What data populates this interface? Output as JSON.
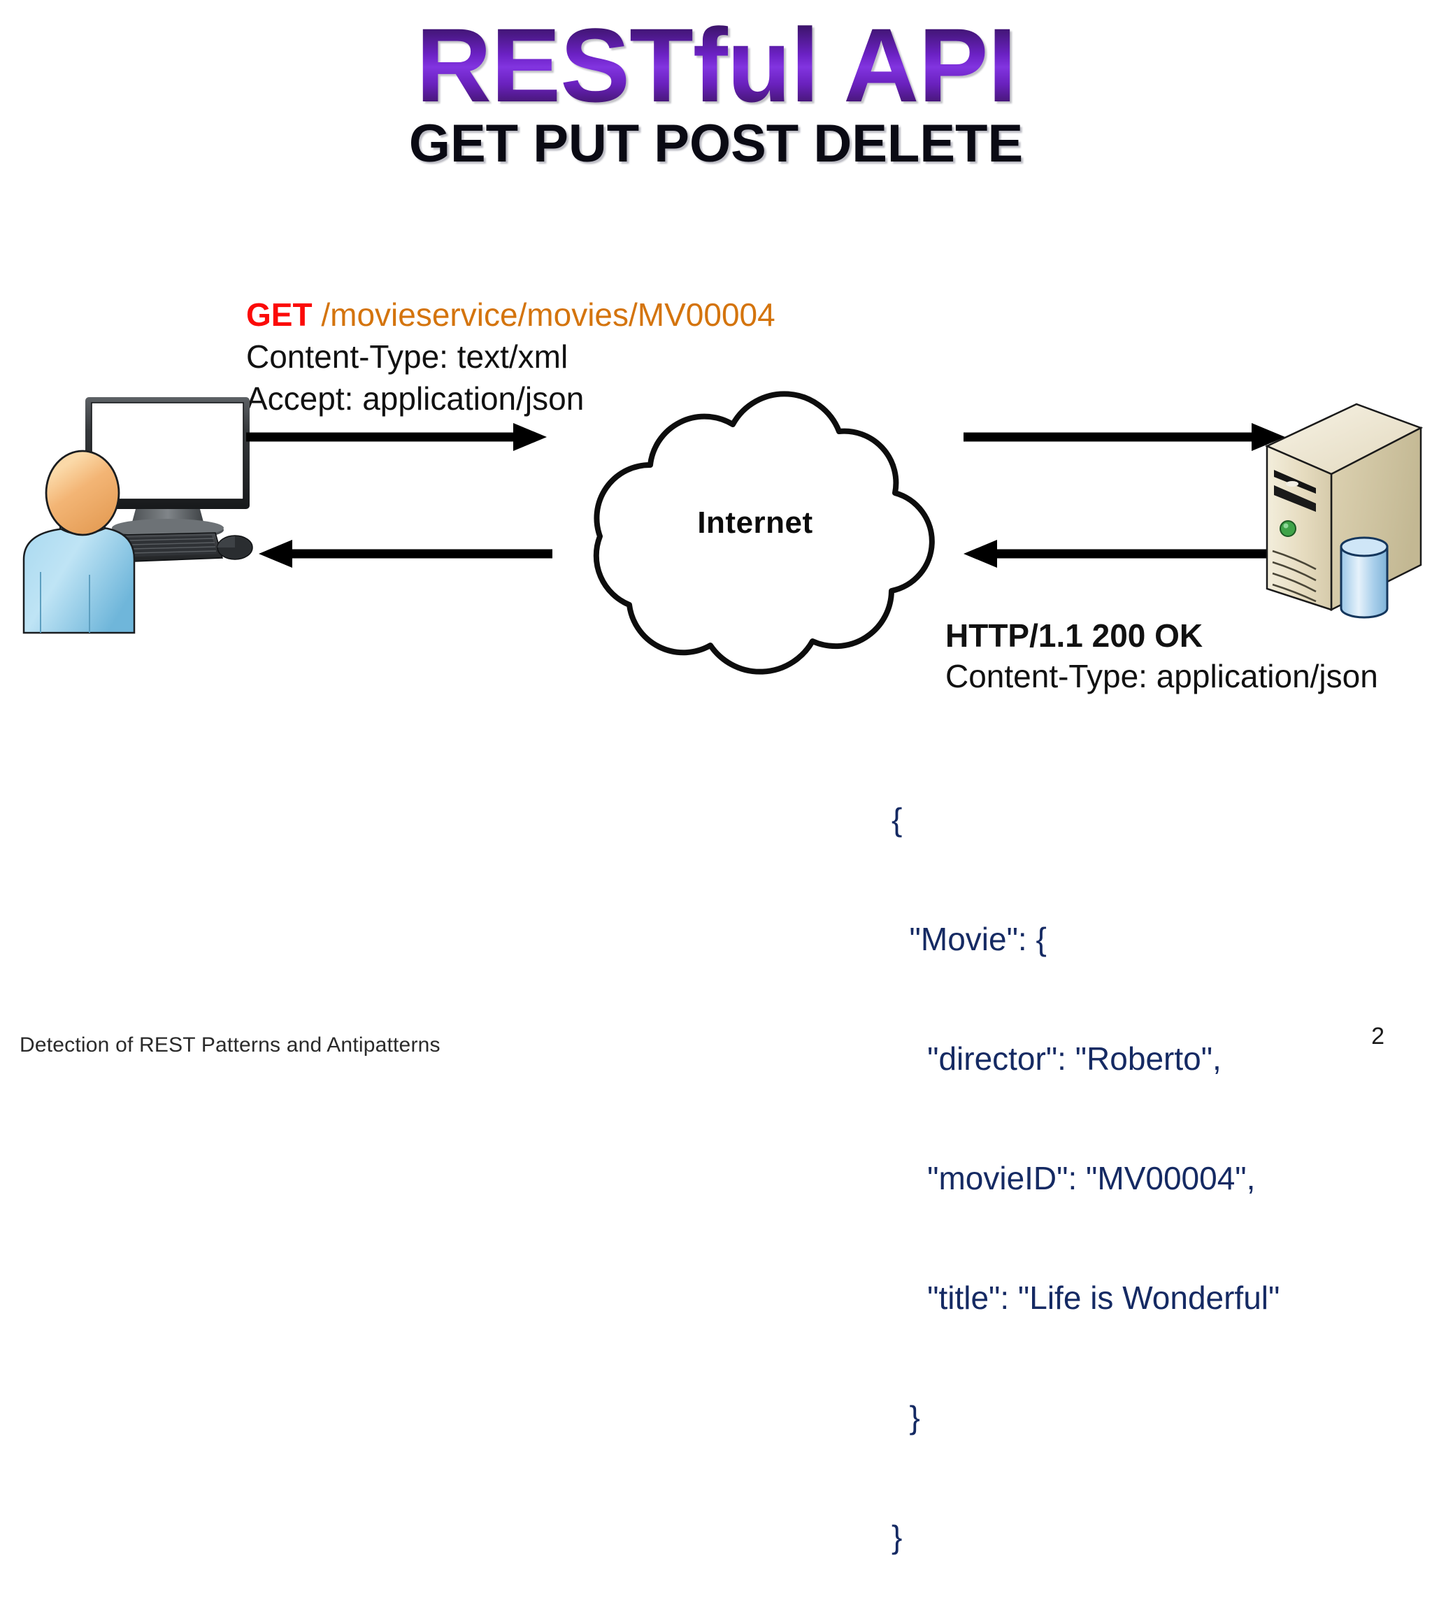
{
  "slide": {
    "title": "RESTful API",
    "subtitle": "GET PUT POST DELETE",
    "title_gradient_top": "#2b1048",
    "title_gradient_mid": "#8234e0",
    "title_gradient_bottom": "#2a0f45",
    "subtitle_color": "#0a0a14",
    "background": "#ffffff"
  },
  "request": {
    "verb": "GET",
    "verb_color": "#fb0a08",
    "path": " /movieservice/movies/MV00004",
    "path_color": "#d4740d",
    "content_type": "Content-Type: text/xml",
    "accept": "Accept: application/json"
  },
  "response": {
    "status": "HTTP/1.1 200 OK",
    "content_type": "Content-Type: application/json",
    "body_color": "#152a63",
    "body_lines": [
      "{",
      "  \"Movie\": {",
      "    \"director\": \"Roberto\",",
      "    \"movieID\": \"MV00004\",",
      "    \"title\": \"Life is Wonderful\"",
      "  }",
      "}"
    ]
  },
  "network": {
    "cloud_label": "Internet",
    "cloud_fill": "#ffffff",
    "cloud_stroke": "#0d0d0d"
  },
  "icons": {
    "client": "client-workstation-icon",
    "server": "server-tower-icon",
    "database": "database-cylinder-icon",
    "cloud": "internet-cloud-icon",
    "arrow_request": "arrow-right-icon",
    "arrow_response": "arrow-left-icon",
    "monitor": "monitor-icon",
    "keyboard": "keyboard-icon",
    "mouse": "mouse-icon",
    "person": "person-avatar-icon"
  },
  "colors": {
    "server_body": "#e8e0c8",
    "server_side": "#cdc3a4",
    "server_led": "#3fa349",
    "database_blue": "#8fc0e8",
    "person_skin": "#f2b273",
    "person_shirt": "#8ecbe8",
    "monitor_bezel": "#2f3133",
    "arrow_black": "#000000"
  },
  "footer": {
    "text": "Detection of REST Patterns and Antipatterns",
    "page_number": "2"
  }
}
